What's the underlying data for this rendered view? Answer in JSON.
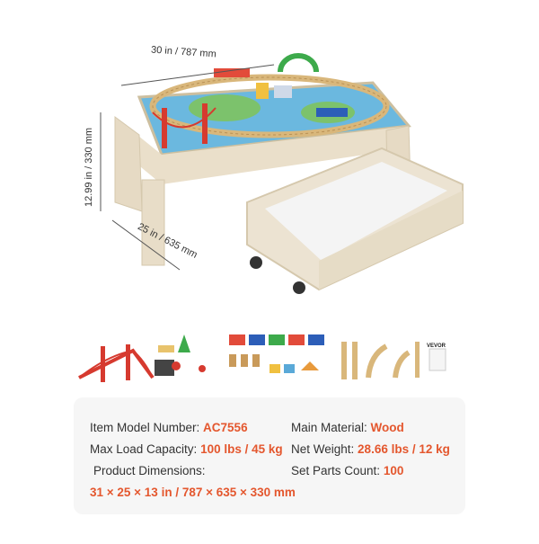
{
  "dimensions": {
    "width_label": "30 in / 787 mm",
    "height_label": "12.99 in / 330 mm",
    "depth_label": "25 in / 635 mm"
  },
  "brand_mark": "VEVOR",
  "specs": {
    "model": {
      "label": "Item Model Number: ",
      "value": "AC7556"
    },
    "material": {
      "label": "Main Material: ",
      "value": "Wood"
    },
    "load": {
      "label": "Max Load Capacity: ",
      "value": "100 lbs / 45 kg"
    },
    "weight": {
      "label": "Net Weight: ",
      "value": "28.66 lbs / 12 kg"
    },
    "dimensions": {
      "label": "Product Dimensions:",
      "value": "31 × 25 × 13 in / 787 × 635 × 330 mm"
    },
    "parts": {
      "label": "Set Parts Count: ",
      "value": "100"
    }
  },
  "colors": {
    "accent": "#e4572e",
    "wood": "#e9dfcc",
    "table_top": "#5aa9d8",
    "bridge": "#d63a2f"
  }
}
